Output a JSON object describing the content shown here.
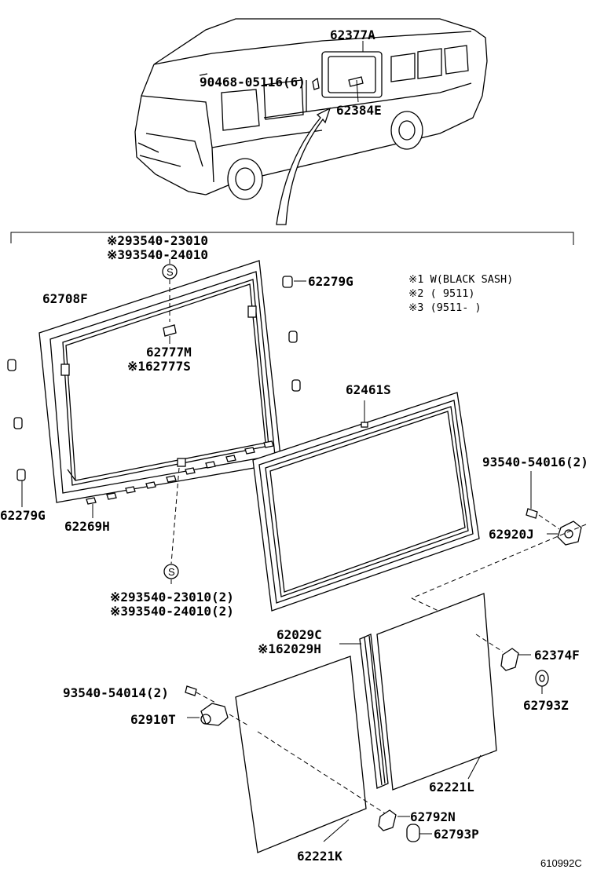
{
  "labels": {
    "p62377A": "62377A",
    "p90468": "90468-05116(6)",
    "p62384E": "62384E",
    "p293540a": "※293540-23010",
    "p393540a": "※393540-24010",
    "p62279G_top": "62279G",
    "p62708F": "62708F",
    "p62777M": "62777M",
    "p62777S": "※162777S",
    "p62461S": "62461S",
    "p93540_54016": "93540-54016(2)",
    "p62920J": "62920J",
    "p62279G_bot": "62279G",
    "p62269H": "62269H",
    "p293540b": "※293540-23010(2)",
    "p393540b": "※393540-24010(2)",
    "p62029C": "62029C",
    "p62029H": "※162029H",
    "p62374F": "62374F",
    "p93540_54014": "93540-54014(2)",
    "p62793Z": "62793Z",
    "p62910T": "62910T",
    "p62221L": "62221L",
    "p62792N": "62792N",
    "p62793P": "62793P",
    "p62221K": "62221K",
    "diagram_id": "610992C"
  },
  "notes": {
    "n1": "※1  W(BLACK SASH)",
    "n2": "※2  (      9511)",
    "n3": "※3  (9511-      )"
  },
  "symbols": {
    "s_top": "S",
    "s_bottom": "S"
  },
  "icons": [
    "van-illustration",
    "window-frame",
    "window-glass",
    "glass-panel-left",
    "glass-panel-right",
    "clip",
    "latch",
    "bolt"
  ]
}
